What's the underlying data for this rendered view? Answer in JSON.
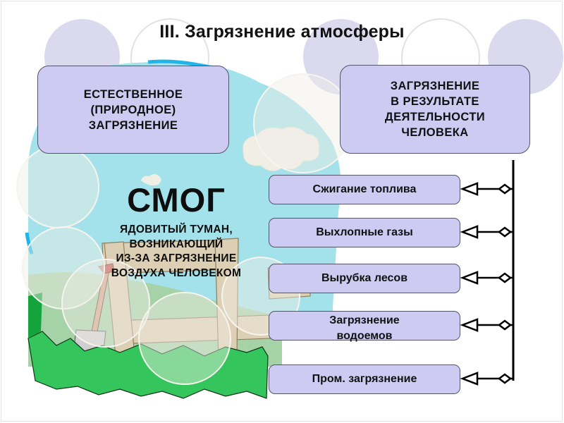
{
  "slide": {
    "title": "III. Загрязнение атмосферы",
    "colors": {
      "box_fill": "#cdcbf2",
      "box_border": "#55536a",
      "sky": "#a3e2ea",
      "grass": "#33c35a",
      "deco_circle": "#dbd9ee"
    }
  },
  "categories": {
    "natural": {
      "lines": [
        "ЕСТЕСТВЕННОЕ",
        "(ПРИРОДНОЕ)",
        "ЗАГРЯЗНЕНИЕ"
      ]
    },
    "human": {
      "lines": [
        "ЗАГРЯЗНЕНИЕ",
        "В РЕЗУЛЬТАТЕ",
        "ДЕЯТЕЛЬНОСТИ",
        "ЧЕЛОВЕКА"
      ]
    }
  },
  "smog": {
    "title": "СМОГ",
    "description_lines": [
      "ЯДОВИТЫЙ ТУМАН,",
      "ВОЗНИКАЮЩИЙ",
      "ИЗ-ЗА ЗАГРЯЗНЕНИЕ",
      "ВОЗДУХА ЧЕЛОВЕКОМ"
    ]
  },
  "sources": [
    {
      "lines": [
        "Сжигание топлива"
      ]
    },
    {
      "lines": [
        "Выхлопные газы"
      ]
    },
    {
      "lines": [
        "Вырубка лесов"
      ]
    },
    {
      "lines": [
        "Загрязнение",
        "водоемов"
      ]
    },
    {
      "lines": [
        "Пром. загрязнение"
      ]
    }
  ],
  "icons": {
    "connector_head": "arrowhead-left-icon",
    "connector_tail": "diamond-icon"
  }
}
